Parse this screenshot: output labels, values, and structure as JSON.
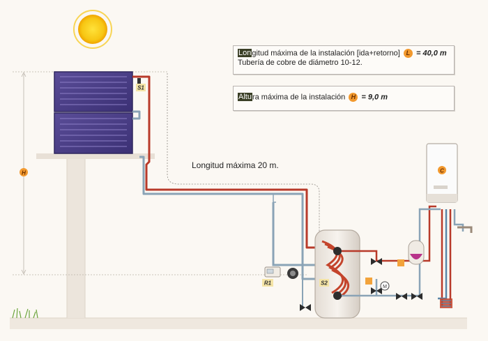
{
  "info_box_1": {
    "line1_highlight": "Lon",
    "line1_text": "gitud máxima de la instalación [ida+retorno]",
    "badge": "L",
    "value": "= 40,0 m",
    "line2": "Tubería de cobre de diámetro 10-12."
  },
  "info_box_2": {
    "highlight": "Altu",
    "text": "ra máxima de la instalación",
    "badge": "H",
    "value": "= 9,0 m"
  },
  "labels": {
    "max_length": "Longitud máxima 20 m.",
    "height_badge": "H",
    "sensor_s1": "S1",
    "sensor_s2": "S2",
    "controller_r1": "R1",
    "boiler_c": "C",
    "gauge_m": "M"
  },
  "colors": {
    "sun": "#f7c613",
    "panel": "#4b3f86",
    "hot_pipe": "#b83a2a",
    "cold_pipe": "#7e9bb0",
    "badge": "#f2992e"
  }
}
